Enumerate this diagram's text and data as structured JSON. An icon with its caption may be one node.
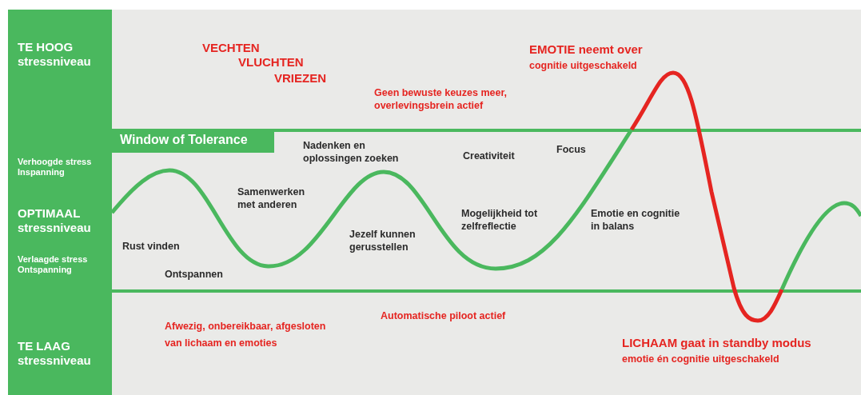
{
  "diagram": {
    "labels": [
      "TE HOOG stressniveau",
      "Verhoogde stress Inspanning",
      "OPTIMAAL stressniveau",
      "Verlaagde stress Ontspanning",
      "TE LAAG stressniveau",
      "Window of Tolerance",
      "VECHTEN",
      "VLUCHTEN",
      "VRIEZEN",
      "EMOTIE neemt over",
      "cognitie uitgeschakeld",
      "Geen bewuste keuzes meer, overlevingsbrein actief",
      "Nadenken en oplossingen zoeken",
      "Focus",
      "Creativiteit",
      "Samenwerken met anderen",
      "Mogelijkheid tot zelfreflectie",
      "Emotie en cognitie in balans",
      "Jezelf kunnen gerusstellen",
      "Rust vinden",
      "Ontspannen",
      "Automatische piloot actief",
      "Afwezig, onbereikbaar, afgesloten van lichaam en emoties",
      "LICHAAM gaat in standby modus",
      "emotie én cognitie uitgeschakeld"
    ]
  }
}
